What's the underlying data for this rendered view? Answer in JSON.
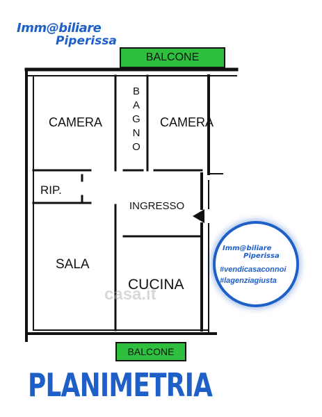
{
  "logo": {
    "line1": "Imm@biliare",
    "line2": "Piperissa"
  },
  "plan": {
    "balcone_top": "BALCONE",
    "balcone_bottom": "BALCONE",
    "camera_left": "CAMERA",
    "camera_right": "CAMERA",
    "bagno": [
      "B",
      "A",
      "G",
      "N",
      "O"
    ],
    "rip": "RIP.",
    "ingresso": "INGRESSO",
    "sala": "SALA",
    "cucina": "CUCINA"
  },
  "badge": {
    "logo_line1": "Imm@biliare",
    "logo_line2": "Piperissa",
    "tag1": "#vendicasaconnoi",
    "tag2": "#lagenziagiusta"
  },
  "watermark": "casa.it",
  "title": "PLANIMETRIA",
  "colors": {
    "brand_blue": "#1f5fc8",
    "balcony_green": "#2fbf3f",
    "wall": "#111111"
  }
}
